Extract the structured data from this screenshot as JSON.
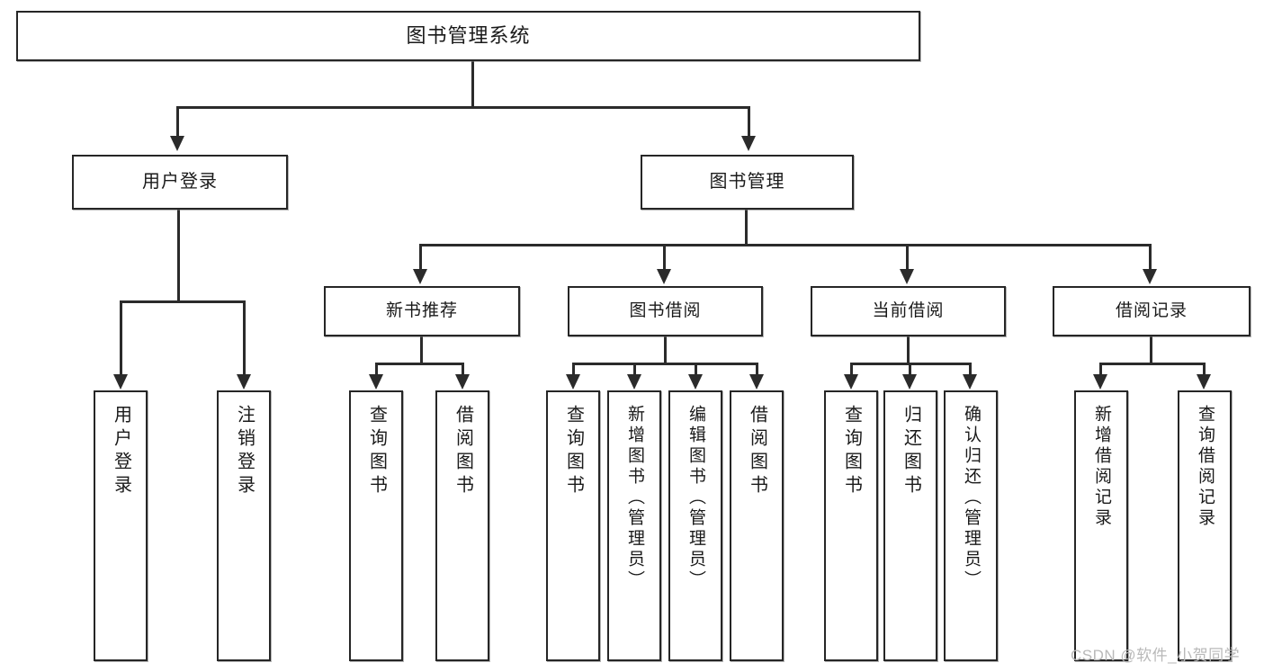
{
  "diagram": {
    "title": "图书管理系统",
    "type": "tree",
    "watermark": "CSDN @软件_小贺同学",
    "colors": {
      "box_border": "#262626",
      "box_fill": "#ffffff",
      "connector": "#2b2b2b",
      "text": "#1a1a1a",
      "watermark": "#b9b9b9",
      "background": "#ffffff"
    },
    "root": {
      "label": "图书管理系统"
    },
    "level2": [
      {
        "id": "user-login",
        "label": "用户登录"
      },
      {
        "id": "book-manage",
        "label": "图书管理"
      }
    ],
    "level3": [
      {
        "id": "new-book-recommend",
        "label": "新书推荐"
      },
      {
        "id": "book-borrow",
        "label": "图书借阅"
      },
      {
        "id": "current-borrow",
        "label": "当前借阅"
      },
      {
        "id": "borrow-record",
        "label": "借阅记录"
      }
    ],
    "leaves": {
      "user_login": [
        {
          "id": "login",
          "label": "用户登录"
        },
        {
          "id": "logout",
          "label": "注销登录"
        }
      ],
      "new_book_recommend": [
        {
          "id": "query-book",
          "label": "查询图书"
        },
        {
          "id": "borrow-book",
          "label": "借阅图书"
        }
      ],
      "book_borrow": [
        {
          "id": "query-book",
          "label": "查询图书"
        },
        {
          "id": "add-book-admin",
          "label": "新增图书（管理员）"
        },
        {
          "id": "edit-book-admin",
          "label": "编辑图书（管理员）"
        },
        {
          "id": "borrow-book",
          "label": "借阅图书"
        }
      ],
      "current_borrow": [
        {
          "id": "query-book",
          "label": "查询图书"
        },
        {
          "id": "return-book",
          "label": "归还图书"
        },
        {
          "id": "confirm-return-admin",
          "label": "确认归还（管理员）"
        }
      ],
      "borrow_record": [
        {
          "id": "add-borrow-record",
          "label": "新增借阅记录"
        },
        {
          "id": "query-borrow-record",
          "label": "查询借阅记录"
        }
      ]
    }
  }
}
